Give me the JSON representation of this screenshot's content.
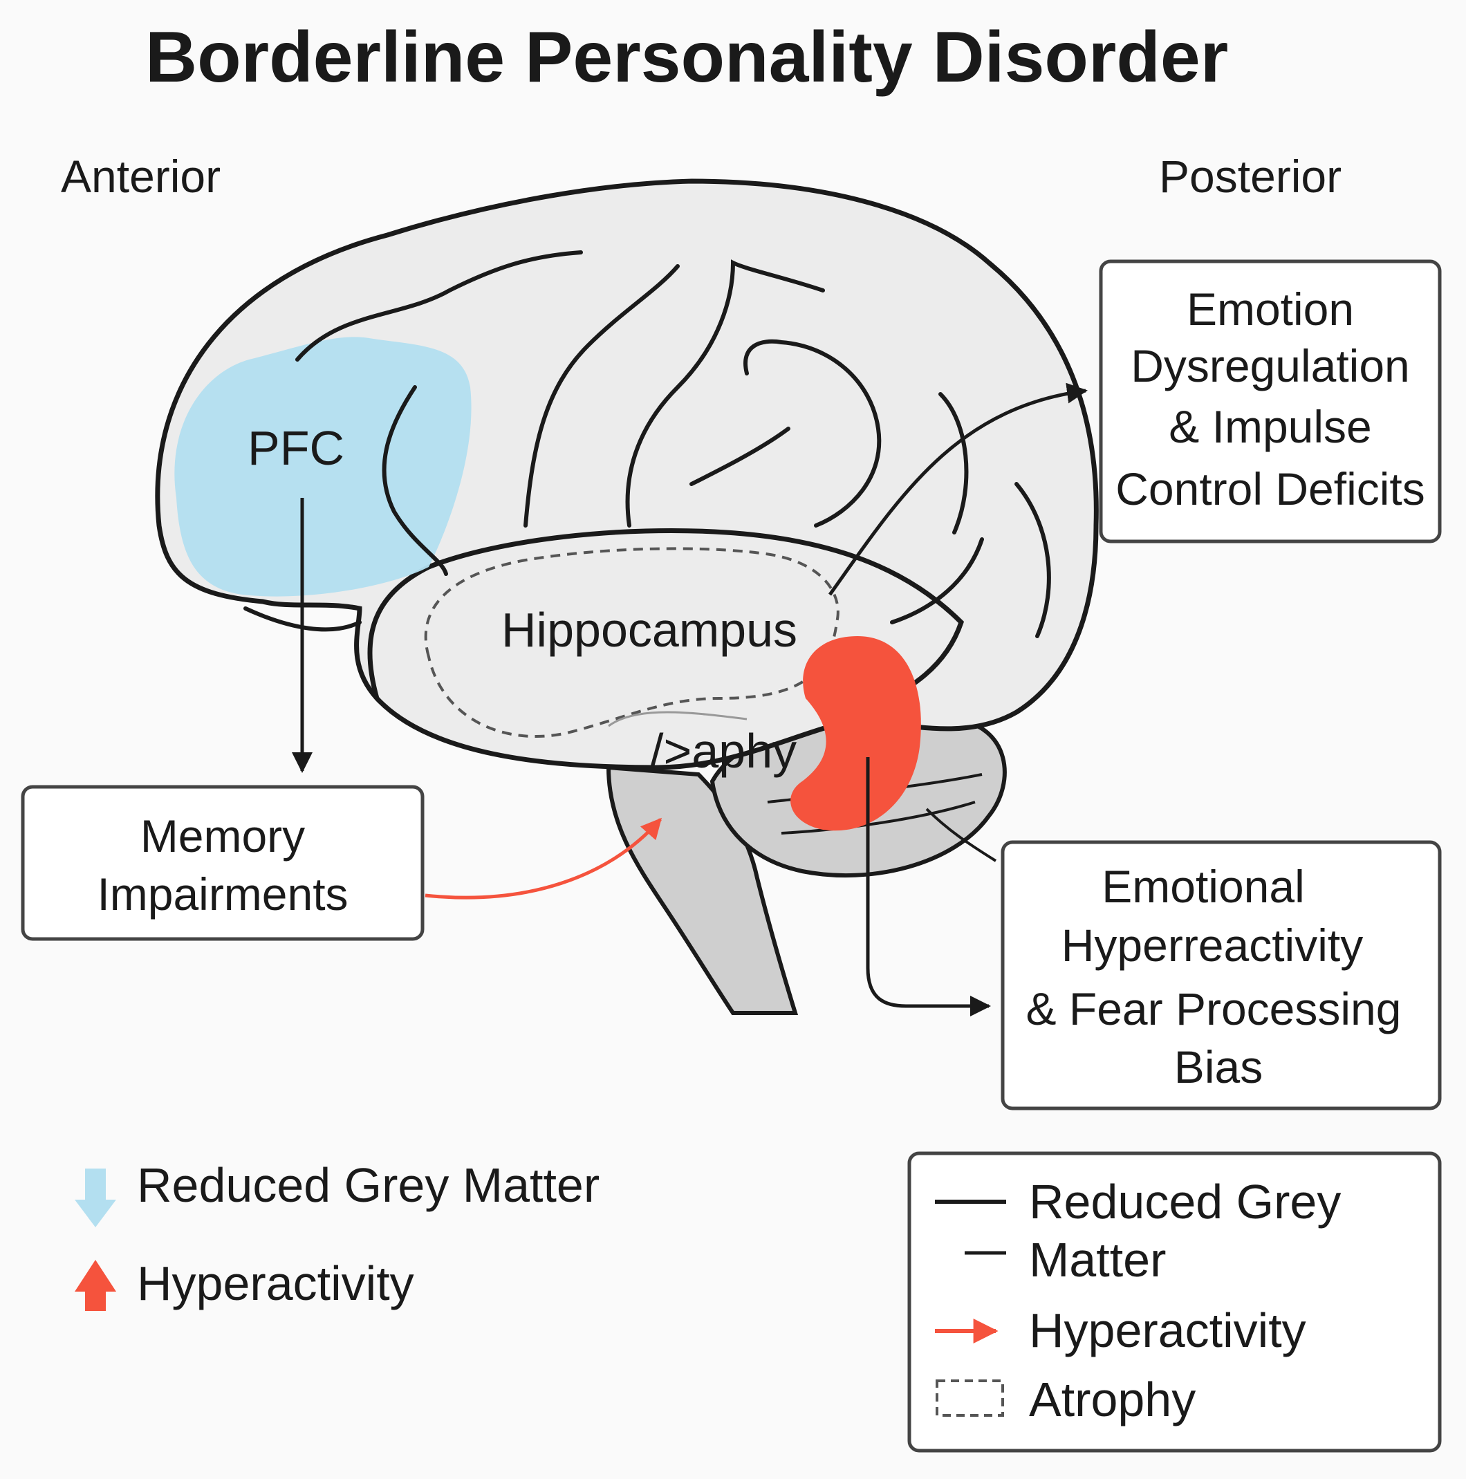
{
  "title": "Borderline Personality Disorder",
  "orientation": {
    "anterior": "Anterior",
    "posterior": "Posterior"
  },
  "regions": {
    "pfc": "PFC",
    "hippocampus": "Hippocampus",
    "atrophy_label": "/>aphy"
  },
  "boxes": {
    "emotion_dysregulation": [
      "Emotion",
      "Dysregulation",
      "& Impulse",
      "Control Deficits"
    ],
    "memory": [
      "Memory",
      "Impairments"
    ],
    "emotional_hyperreactivity": [
      "Emotional",
      "Hyperreactivity",
      "& Fear Processing",
      "Bias"
    ]
  },
  "legend_left": {
    "reduced": "Reduced Grey Matter",
    "hyper": "Hyperactivity"
  },
  "legend_box": {
    "reduced_line1": "Reduced Grey",
    "reduced_line2": "Matter",
    "hyper": "Hyperactivity",
    "atrophy": "Atrophy"
  },
  "colors": {
    "reduced": "#b3dff0",
    "hyper": "#f5533d",
    "brain_fill": "#ececec",
    "stem_fill": "#cfcfcf",
    "outline": "#1a1a1a"
  },
  "icons": {
    "reduced": "down-arrow-icon",
    "hyper": "up-arrow-icon"
  }
}
